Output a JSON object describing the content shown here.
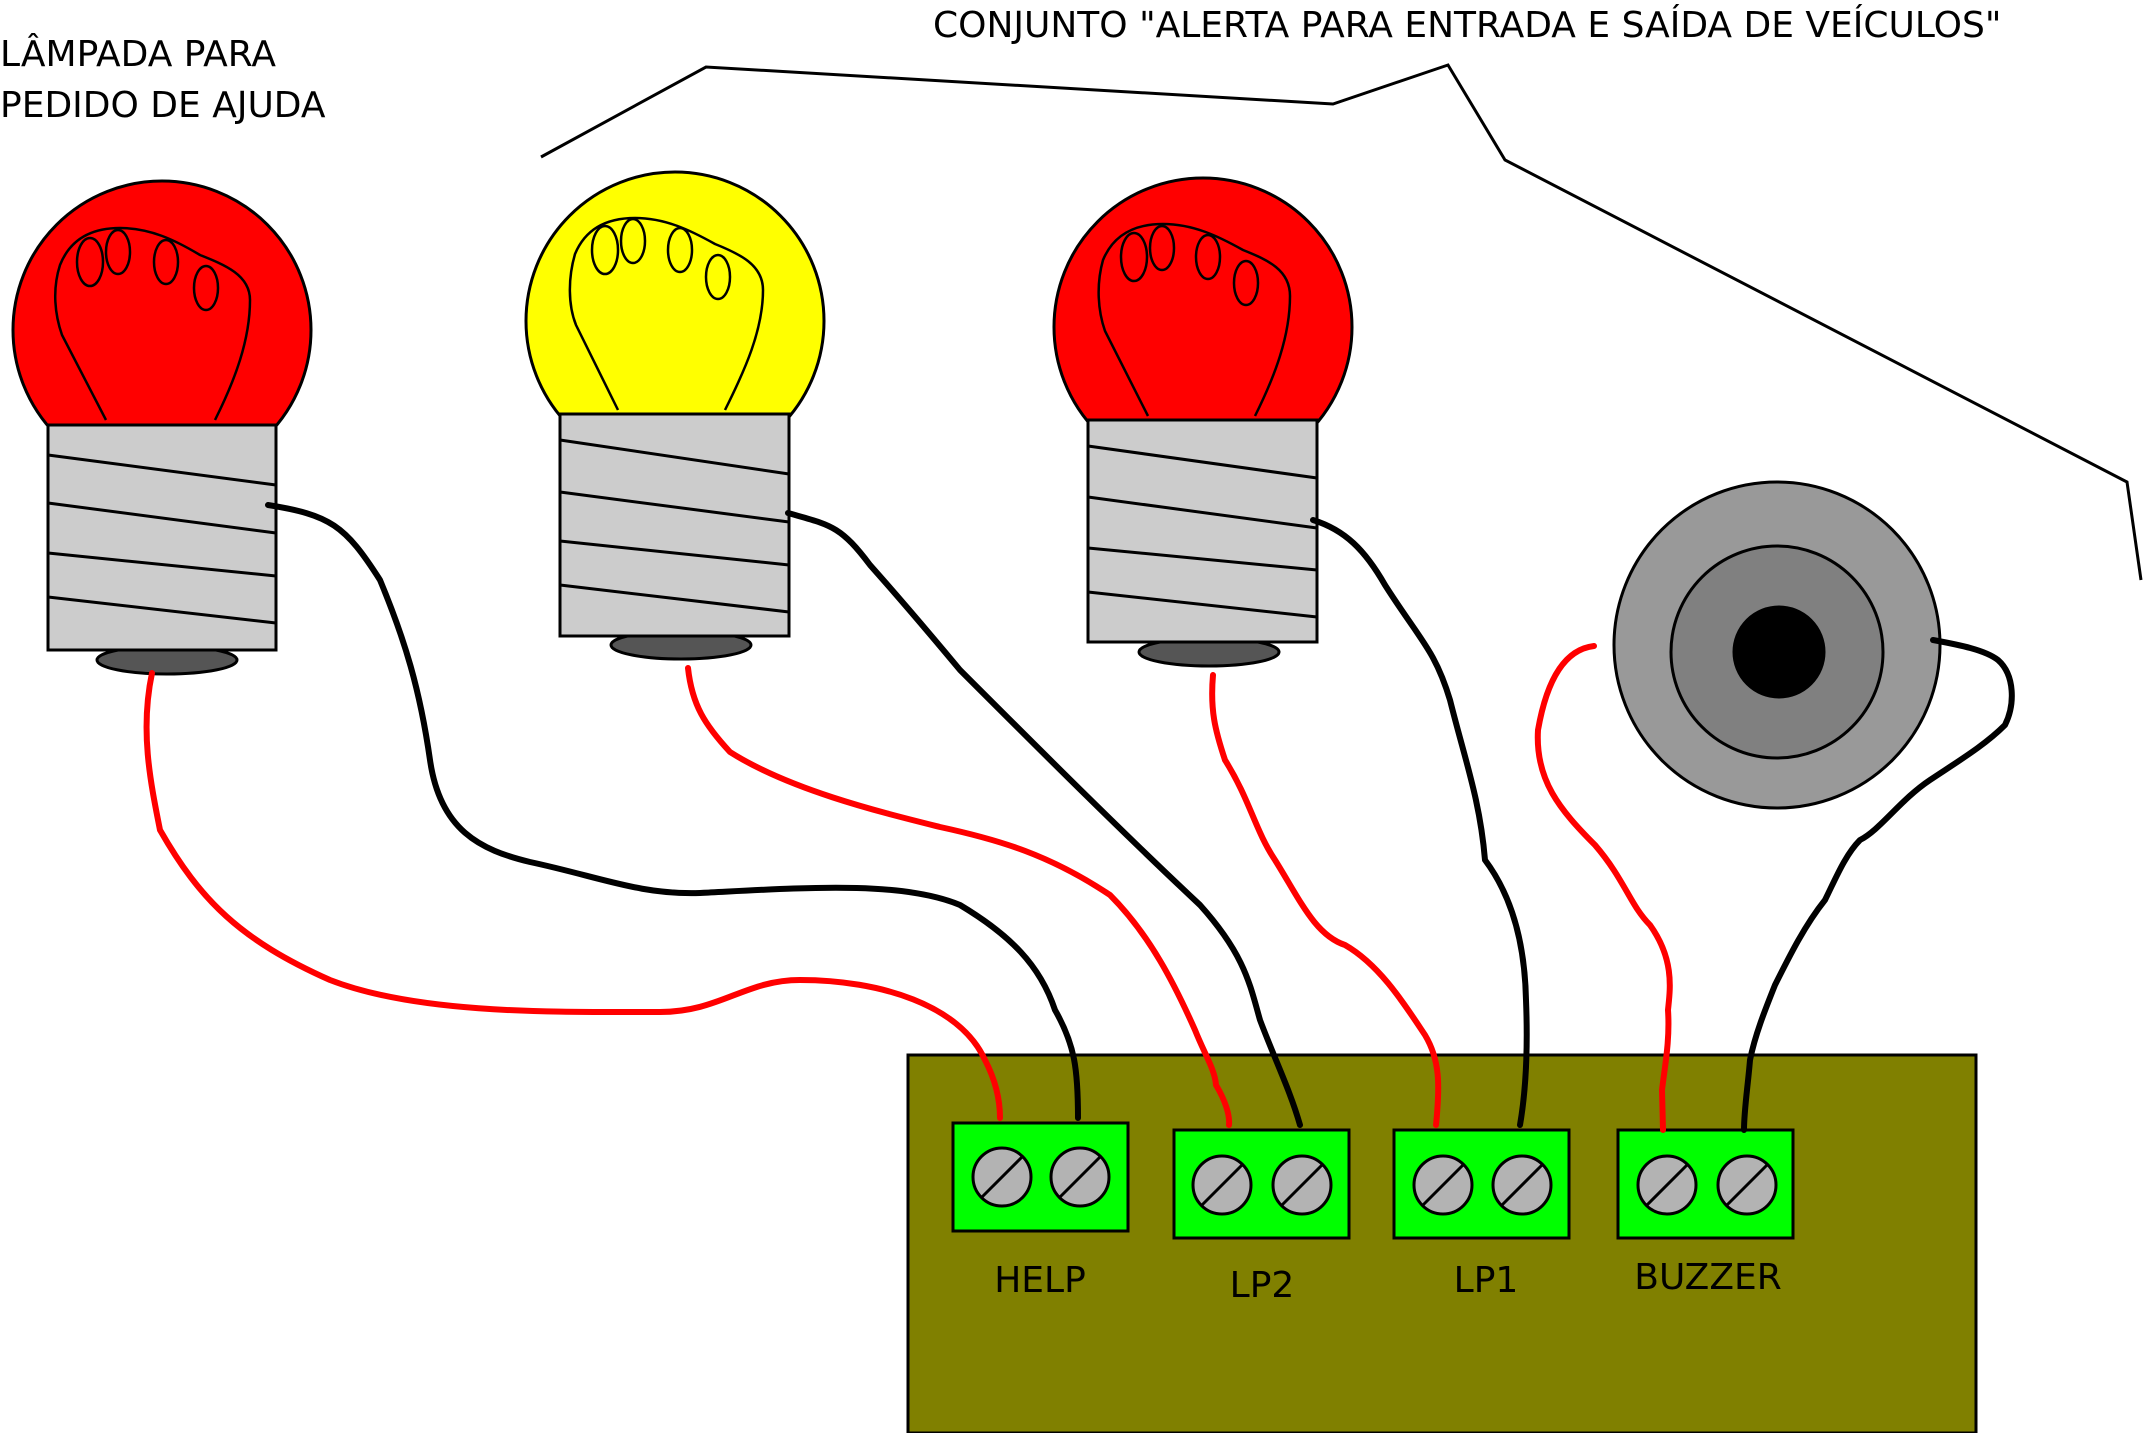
{
  "labels": {
    "help_lamp_line1": "LÂMPADA PARA",
    "help_lamp_line2": "PEDIDO DE AJUDA",
    "assembly": "CONJUNTO \"ALERTA PARA ENTRADA E SAÍDA DE VEÍCULOS\""
  },
  "terminals": [
    {
      "label": "HELP"
    },
    {
      "label": "LP2"
    },
    {
      "label": "LP1"
    },
    {
      "label": "BUZZER"
    }
  ],
  "colors": {
    "lamp_red": "#ff0000",
    "lamp_yellow": "#ffff00",
    "lamp_base": "#cccccc",
    "lamp_contact": "#555555",
    "board": "#808000",
    "terminal_block": "#00ff00",
    "screw": "#b3b3b3",
    "buzzer_outer": "#999999",
    "buzzer_inner": "#808080",
    "wire_positive": "#ff0000",
    "wire_negative": "#000000"
  },
  "icons": {
    "help_lamp": "red-bulb-icon",
    "lp2_lamp": "yellow-bulb-icon",
    "lp1_lamp": "red-bulb-icon",
    "buzzer": "buzzer-icon",
    "screw": "screw-terminal-icon"
  }
}
